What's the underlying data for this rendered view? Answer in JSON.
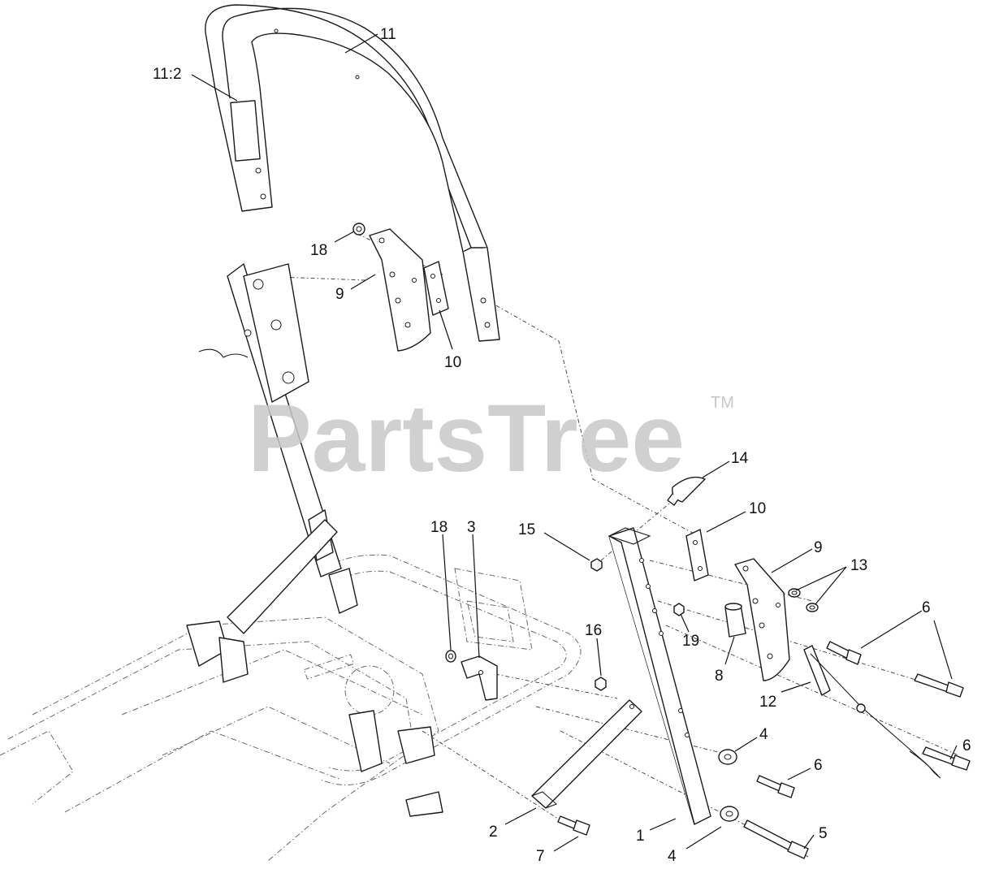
{
  "watermark": {
    "brand": "PartsTree",
    "trademark": "TM"
  },
  "callouts": {
    "c11": "11",
    "c11_2": "11:2",
    "c18a": "18",
    "c9a": "9",
    "c10a": "10",
    "c14": "14",
    "c10b": "10",
    "c15": "15",
    "c18b": "18",
    "c3": "3",
    "c9b": "9",
    "c13": "13",
    "c6a": "6",
    "c16": "16",
    "c19": "19",
    "c8": "8",
    "c12": "12",
    "c6b": "6",
    "c4a": "4",
    "c6c": "6",
    "c2": "2",
    "c1": "1",
    "c4b": "4",
    "c5": "5",
    "c7": "7"
  }
}
